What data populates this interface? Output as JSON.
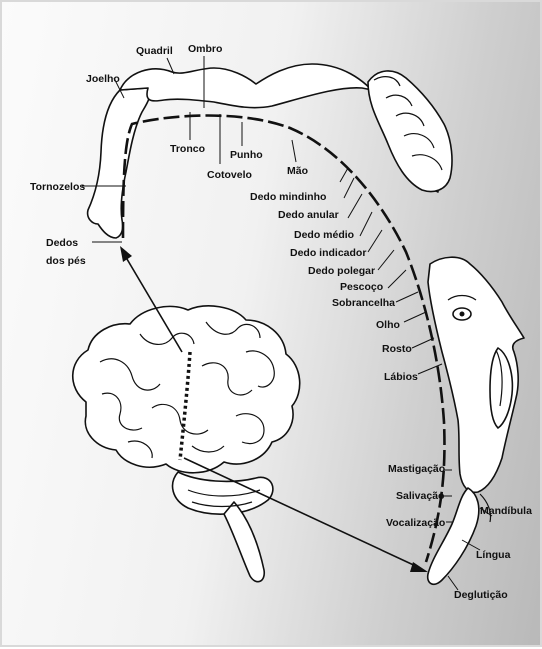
{
  "labels": {
    "joelho": "Joelho",
    "quadril": "Quadril",
    "ombro": "Ombro",
    "tronco": "Tronco",
    "punho": "Punho",
    "cotovelo": "Cotovelo",
    "mao": "Mão",
    "dedo_mindinho": "Dedo mindinho",
    "dedo_anular": "Dedo anular",
    "dedo_medio": "Dedo médio",
    "dedo_indicador": "Dedo indicador",
    "dedo_polegar": "Dedo polegar",
    "pescoco": "Pescoço",
    "sobrancelha": "Sobrancelha",
    "olho": "Olho",
    "rosto": "Rosto",
    "labios": "Lábios",
    "tornozelos": "Tornozelos",
    "dedos_line1": "Dedos",
    "dedos_line2": "dos pés",
    "mastigacao": "Mastigação",
    "salivacao": "Salivação",
    "vocalizacao": "Vocalização",
    "mandibula": "Mandíbula",
    "lingua": "Língua",
    "degluticao": "Deglutição"
  },
  "colors": {
    "ink": "#111111",
    "background_light": "#fbfbfb",
    "background_dark": "#b9b9b9",
    "figure_fill": "#ffffff"
  }
}
